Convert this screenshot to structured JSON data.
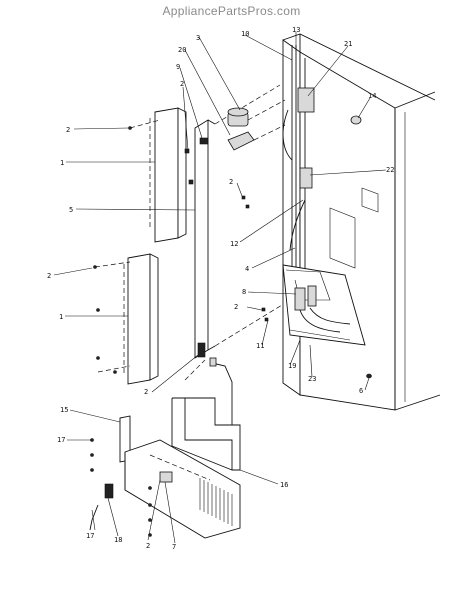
{
  "watermark": "AppliancePartsPros.com",
  "callouts": {
    "c1a": "1",
    "c1b": "1",
    "c2a": "2",
    "c2b": "2",
    "c2c": "2",
    "c2d": "2",
    "c2e": "2",
    "c2f": "2",
    "c2g": "2",
    "c3": "3",
    "c4": "4",
    "c5": "5",
    "c6": "6",
    "c7": "7",
    "c8": "8",
    "c9": "9",
    "c10": "10",
    "c11": "11",
    "c12": "12",
    "c13": "13",
    "c14": "14",
    "c15": "15",
    "c16": "16",
    "c17a": "17",
    "c17b": "17",
    "c18": "18",
    "c19": "19",
    "c20": "20",
    "c21": "21",
    "c22": "22",
    "c23": "23"
  }
}
